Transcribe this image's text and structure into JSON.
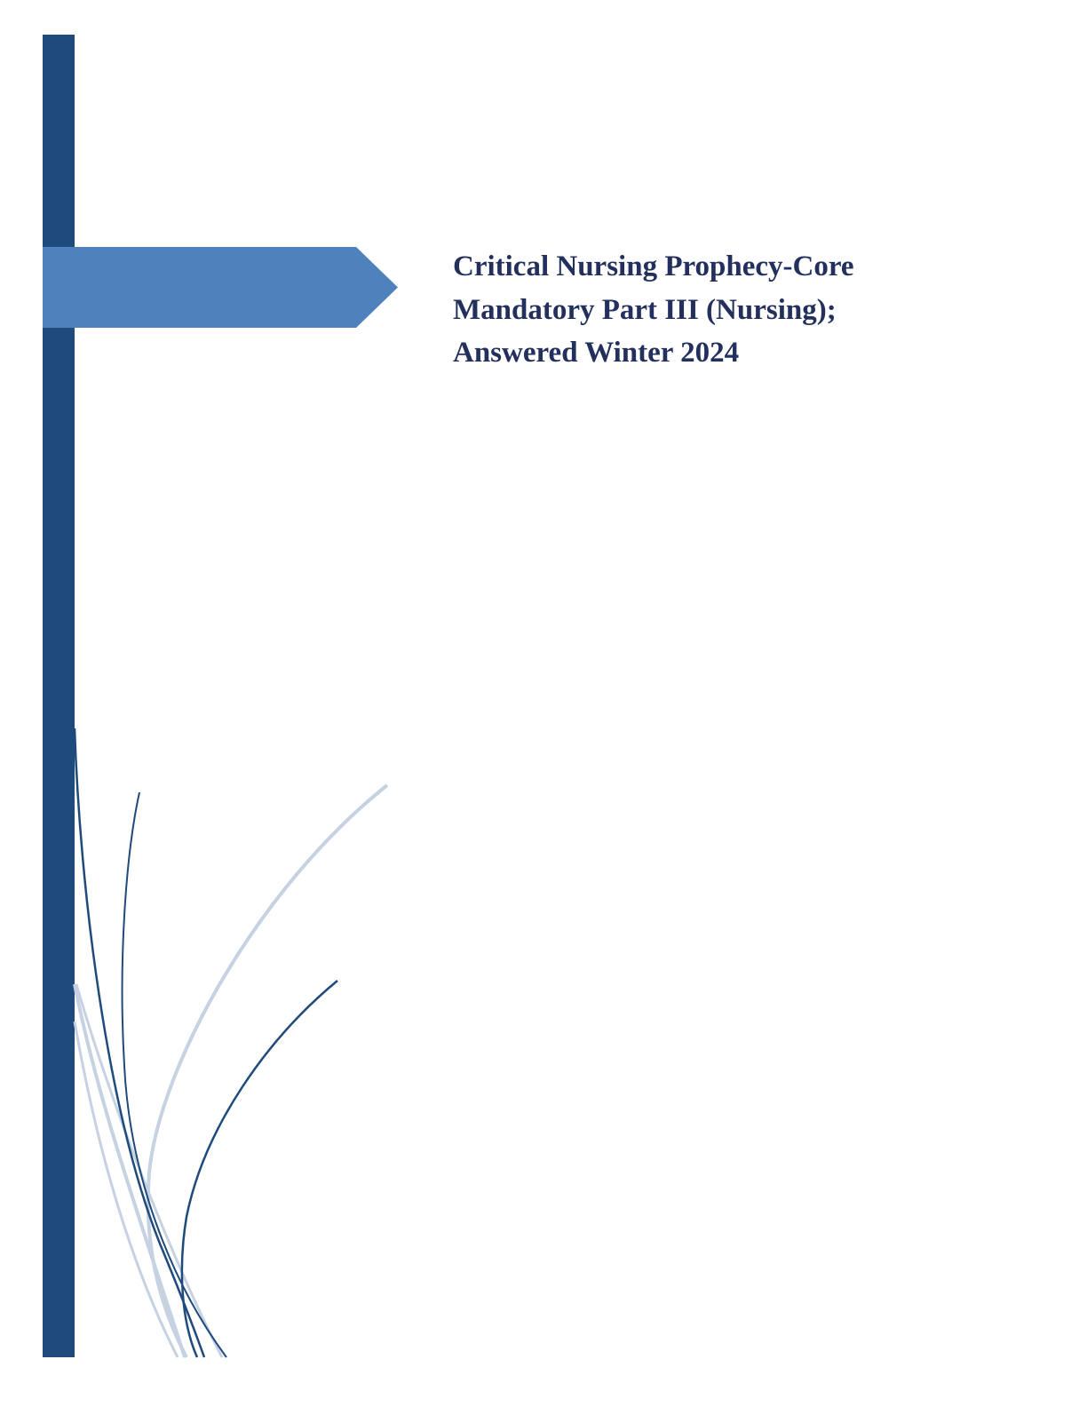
{
  "document": {
    "title_lines": [
      "Critical Nursing Prophecy-Core",
      "Mandatory Part III (Nursing);",
      "Answered Winter 2024"
    ]
  },
  "colors": {
    "bar": "#1f4a7c",
    "arrow": "#4f81bd",
    "title": "#23305e",
    "swoosh_dark": "#1f4a7c",
    "swoosh_light": "#c6d2e2"
  }
}
